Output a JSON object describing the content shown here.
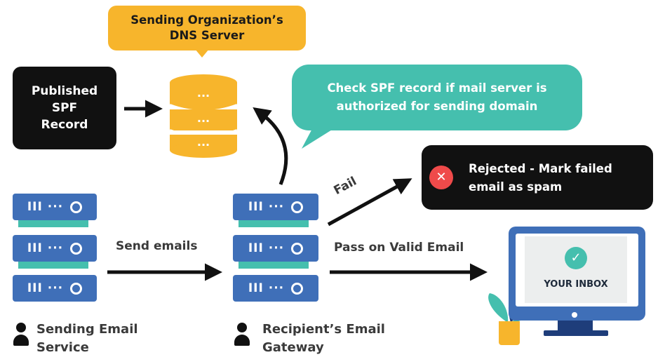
{
  "dns_server": {
    "title_line1": "Sending Organization’s",
    "title_line2": "DNS Server",
    "icon": "database-icon"
  },
  "spf_record": {
    "line1": "Published",
    "line2": "SPF",
    "line3": "Record"
  },
  "check_bubble": {
    "line1": "Check SPF record if mail server is",
    "line2": "authorized for sending domain"
  },
  "rejected": {
    "line1": "Rejected - Mark failed",
    "line2": "email as spam",
    "icon": "close-icon"
  },
  "labels": {
    "fail": "Fail",
    "send_emails": "Send emails",
    "pass": "Pass on Valid Email"
  },
  "sender": {
    "line1": "Sending Email",
    "line2": "Service",
    "server_glyph": "III ···"
  },
  "gateway": {
    "line1": "Recipient’s Email",
    "line2": "Gateway",
    "server_glyph": "III ···"
  },
  "inbox": {
    "label": "YOUR INBOX",
    "icon": "check-icon"
  },
  "colors": {
    "yellow": "#f7b52c",
    "teal": "#45bfae",
    "blue": "#3f6fb8",
    "black": "#111111",
    "red": "#ef4a4a"
  }
}
